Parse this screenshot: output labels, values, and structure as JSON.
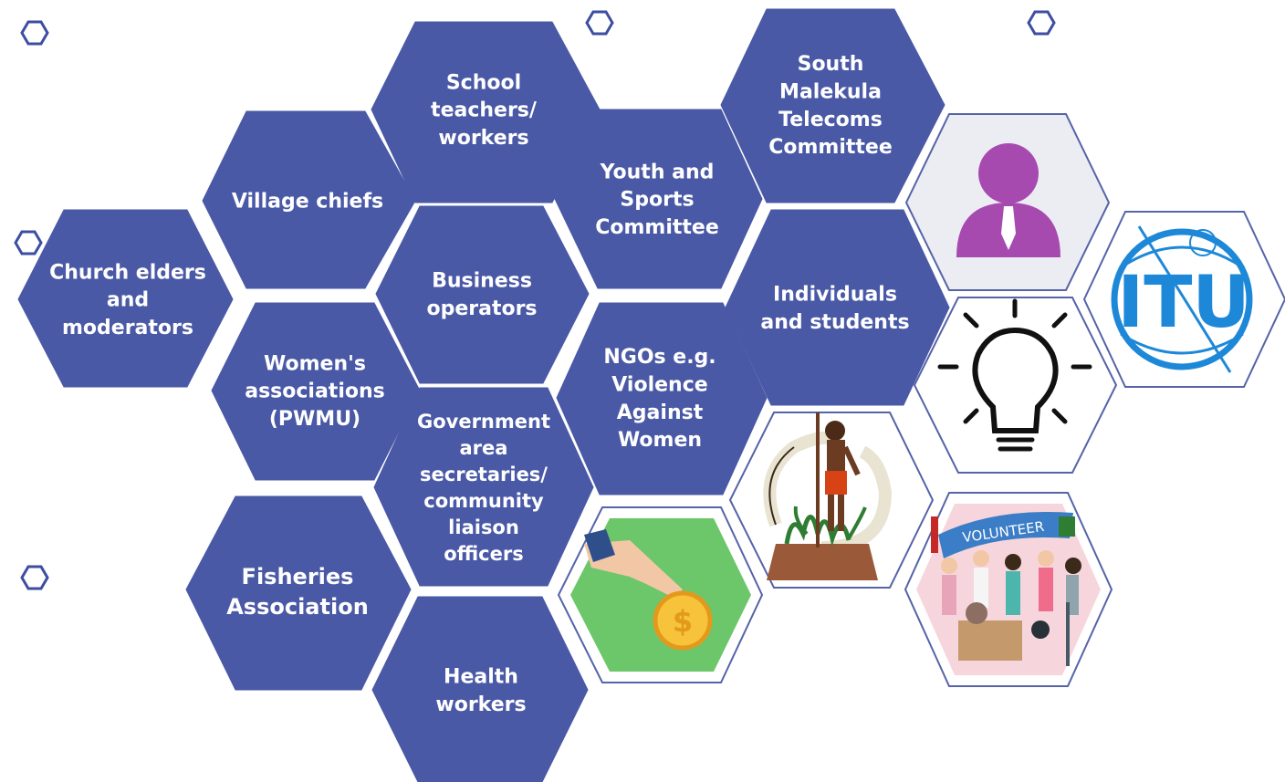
{
  "colors": {
    "hex_fill": "#4a59a6",
    "hex_outline": "#4a59a6",
    "text": "#ffffff",
    "small_hex_outline": "#3d4ea0"
  },
  "stakeholders": [
    {
      "id": "church-elders",
      "lines": [
        "Church elders",
        "and",
        "moderators"
      ]
    },
    {
      "id": "village-chiefs",
      "lines": [
        "Village chiefs"
      ]
    },
    {
      "id": "school-teachers",
      "lines": [
        "School",
        "teachers/",
        "workers"
      ]
    },
    {
      "id": "business-operators",
      "lines": [
        "Business",
        "operators"
      ]
    },
    {
      "id": "womens-associations",
      "lines": [
        "Women's",
        "associations",
        "(PWMU)"
      ]
    },
    {
      "id": "government-secretaries",
      "lines": [
        "Government",
        "area",
        "secretaries/",
        "community",
        "liaison",
        "officers"
      ]
    },
    {
      "id": "fisheries-association",
      "lines": [
        "Fisheries",
        "Association"
      ]
    },
    {
      "id": "health-workers",
      "lines": [
        "Health",
        "workers"
      ]
    },
    {
      "id": "youth-sports",
      "lines": [
        "Youth and",
        "Sports",
        "Committee"
      ]
    },
    {
      "id": "ngos",
      "lines": [
        "NGOs e.g.",
        "Violence",
        "Against",
        "Women"
      ]
    },
    {
      "id": "telecoms-committee",
      "lines": [
        "South",
        "Malekula",
        "Telecoms",
        "Committee"
      ]
    },
    {
      "id": "individuals-students",
      "lines": [
        "Individuals",
        "and students"
      ]
    }
  ],
  "icons": [
    {
      "id": "person",
      "name": "person-icon"
    },
    {
      "id": "itu",
      "name": "itu-logo",
      "label": "ITU"
    },
    {
      "id": "bulb",
      "name": "lightbulb-icon"
    },
    {
      "id": "coin",
      "name": "coin-hand-icon",
      "label": "$"
    },
    {
      "id": "emblem",
      "name": "vanuatu-emblem-icon"
    },
    {
      "id": "volunteer",
      "name": "volunteer-icon",
      "label": "VOLUNTEER"
    }
  ]
}
